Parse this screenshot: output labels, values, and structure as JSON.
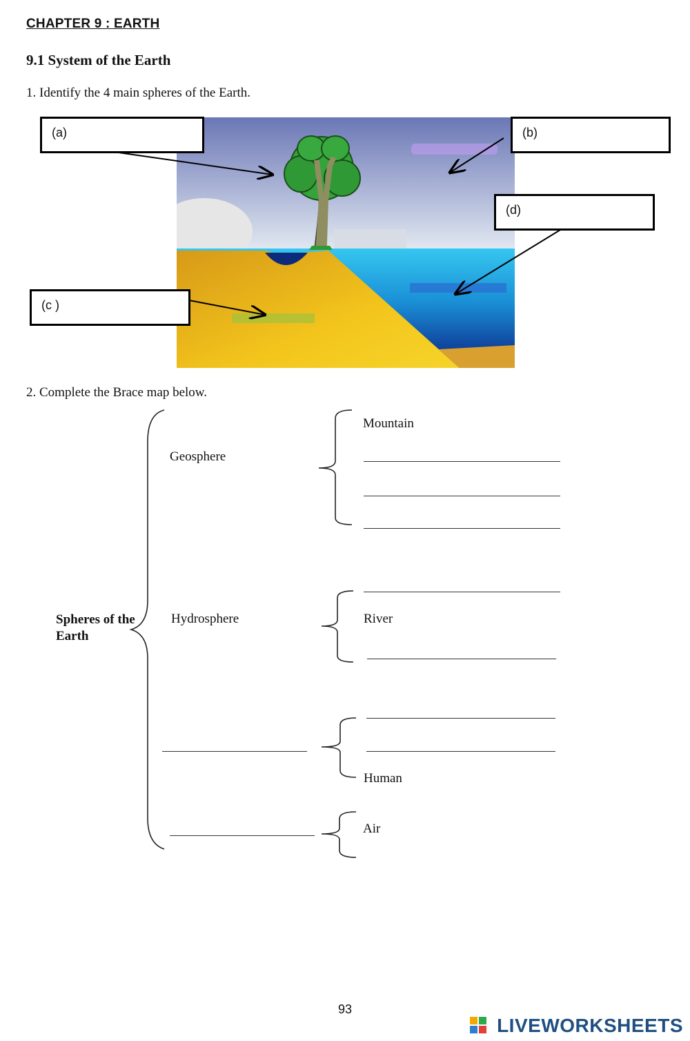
{
  "header": {
    "chapter": "CHAPTER 9 : EARTH",
    "section": "9.1 System of the Earth"
  },
  "question1": {
    "text": "1. Identify the 4 main spheres of the Earth.",
    "labels": {
      "a": "(a)",
      "b": "(b)",
      "c": "(c )",
      "d": "(d)"
    }
  },
  "question2": {
    "text": "2. Complete the Brace map below.",
    "root": "Spheres of the Earth",
    "geosphere": {
      "label": "Geosphere",
      "item1": "Mountain"
    },
    "hydrosphere": {
      "label": "Hydrosphere",
      "item2": "River"
    },
    "biosphere": {
      "item3": "Human"
    },
    "atmosphere": {
      "item1": "Air"
    }
  },
  "footer": {
    "page_number": "93",
    "brand": "LIVEWORKSHEETS"
  },
  "colors": {
    "sky_top": "#6c78b8",
    "sky_bottom": "#dfe6f0",
    "sea": "#22b6e8",
    "sea_deep": "#0a2a8a",
    "sand": "#f2c21a",
    "tree": "#2e9b34",
    "brand": "#1f4f80"
  }
}
